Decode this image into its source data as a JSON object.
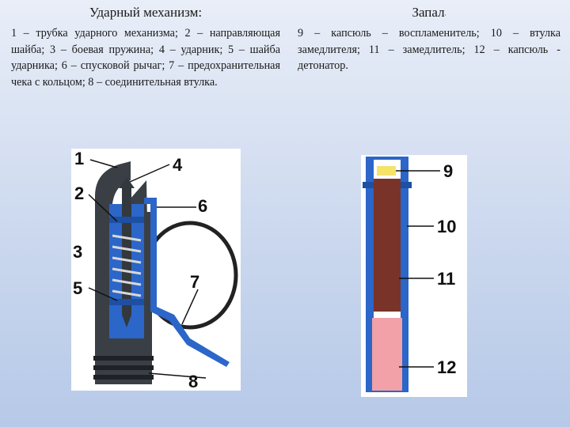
{
  "left": {
    "title": "Ударный механизм:",
    "description": "1 – трубка ударного механизма; 2 – направляющая шайба; 3 – боевая пружина; 4 – ударник; 5 – шайба ударника; 6 – спусковой рычаг; 7 – предохранительная чека с кольцом; 8 – соединительная втулка."
  },
  "right": {
    "title": "Запал",
    "title_dot": ".",
    "description": "9 – капсюль – воспламенитель; 10 – втулка замедлителя; 11 – замедлитель; 12 – капсюль - детонатор."
  },
  "figure_left": {
    "labels": [
      "1",
      "2",
      "3",
      "4",
      "5",
      "6",
      "7",
      "8"
    ]
  },
  "figure_right": {
    "labels": [
      "9",
      "10",
      "11",
      "12"
    ]
  },
  "colors": {
    "tube_dark": "#3a3f45",
    "steel_blue": "#2b66c8",
    "ring_dark": "#222222",
    "delay_brown": "#7a3328",
    "detonator_pink": "#f2a1a8",
    "capsule_yellow": "#f5e36a"
  }
}
